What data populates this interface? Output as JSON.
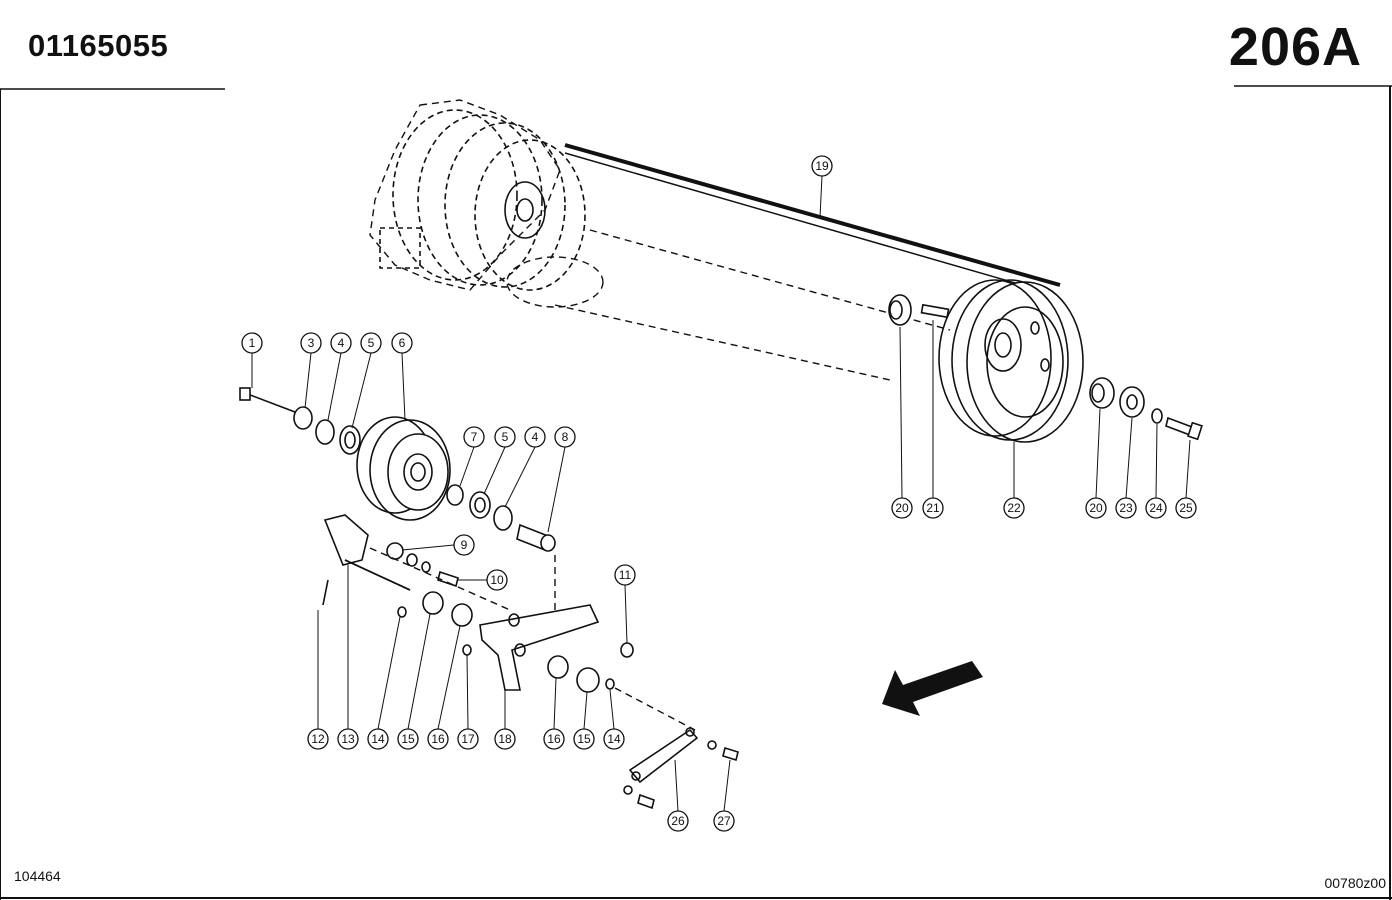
{
  "header": {
    "part_number": "01165055",
    "page_code": "206A"
  },
  "footer": {
    "doc_number": "104464",
    "image_code": "00780z00"
  },
  "callouts": [
    "1",
    "3",
    "4",
    "5",
    "6",
    "7",
    "5",
    "4",
    "8",
    "9",
    "10",
    "11",
    "12",
    "13",
    "14",
    "15",
    "16",
    "17",
    "18",
    "16",
    "15",
    "14",
    "26",
    "27",
    "19",
    "20",
    "21",
    "22",
    "20",
    "23",
    "24",
    "25"
  ]
}
